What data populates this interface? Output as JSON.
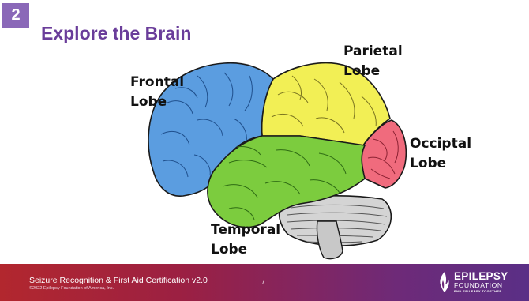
{
  "slide": {
    "number": "2",
    "title": "Explore the Brain"
  },
  "labels": {
    "frontal": [
      "Frontal",
      "Lobe"
    ],
    "parietal": [
      "Parietal",
      "Lobe"
    ],
    "occipital": [
      "Occiptal",
      "Lobe"
    ],
    "temporal": [
      "Temporal",
      "Lobe"
    ]
  },
  "colors": {
    "frontal": "#5b9de0",
    "parietal": "#f2ef55",
    "occipital": "#f06b7d",
    "temporal": "#7ccc3e",
    "cerebellum": "#d4d4d4",
    "title": "#6a3d9a",
    "number_box": "#8a68b8"
  },
  "footer": {
    "title": "Seizure Recognition & First Aid Certification v2.0",
    "copyright": "©2022 Epilepsy Foundation of America, Inc.",
    "page": "7"
  },
  "logo": {
    "name": "EPILEPSY",
    "sub": "FOUNDATION",
    "tagline": "END EPILEPSY TOGETHER"
  }
}
